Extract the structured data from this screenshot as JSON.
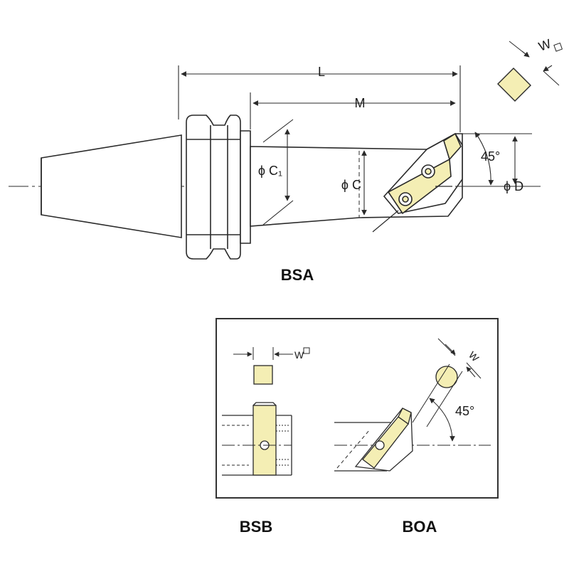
{
  "colors": {
    "line": "#2a2a2a",
    "fill": "#ffffff",
    "insert": "#f4eeb4",
    "frame": "#333333"
  },
  "labels": {
    "L": "L",
    "M": "M",
    "phiC1": "ϕ C₁",
    "phiC": "ϕ C",
    "phiD": "ϕ D",
    "angle_top": "45°",
    "w_top": "W",
    "bsa": "BSA",
    "w_bsb": "W",
    "w_boa": "W",
    "angle_boa": "45°",
    "bsb": "BSB",
    "boa": "BOA"
  }
}
